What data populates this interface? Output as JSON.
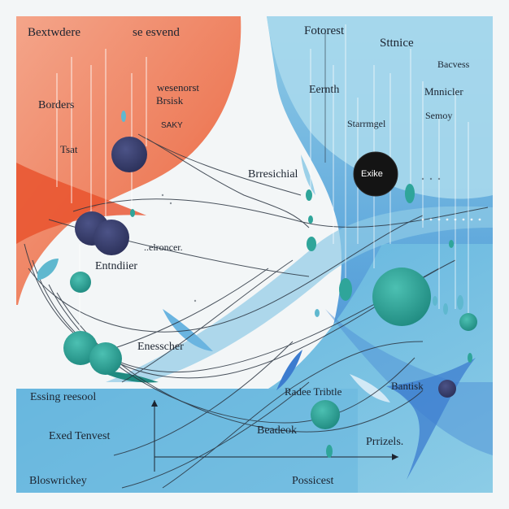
{
  "labels": {
    "bextwdere": "Bextwdere",
    "se_esvend": "se esvend",
    "fotorest": "Fotorest",
    "sttnice": "Sttnice",
    "bacvess": "Bacvess",
    "wesenorst": "wesenorst",
    "brsisk": "Brsisk",
    "borders": "Borders",
    "eernth": "Eernth",
    "mnnicler": "Mnnicler",
    "semoy": "Semoy",
    "sakv": "SAKY",
    "starrmgel": "Starrmgel",
    "tsat": "Tsat",
    "brresichial": "Brresichial",
    "exike": "Exike",
    "elroncer": "..elroncer.",
    "entndiier": "Entndiier",
    "eneschcer": "Enesscher",
    "radee_tribtle": "Radee Tribtle",
    "bantisk": "Bantisk",
    "essing_reesool": "Essing reesool",
    "beadeok": "Beadeok",
    "exed_tenvest": "Exed Tenvest",
    "prrizels": "Prrizels.",
    "bloswrickey": "Bloswrickey",
    "possicest": "Possicest"
  },
  "colors": {
    "orange_panel": "#ee8462",
    "orange_edge": "#e8502a",
    "blue_panel": "#6fb3e0",
    "blue_deep": "#3f7fd0",
    "light_blue": "#a6d6e8",
    "teal": "#2fa59a",
    "navy": "#3b4070",
    "black_node": "#141414"
  }
}
